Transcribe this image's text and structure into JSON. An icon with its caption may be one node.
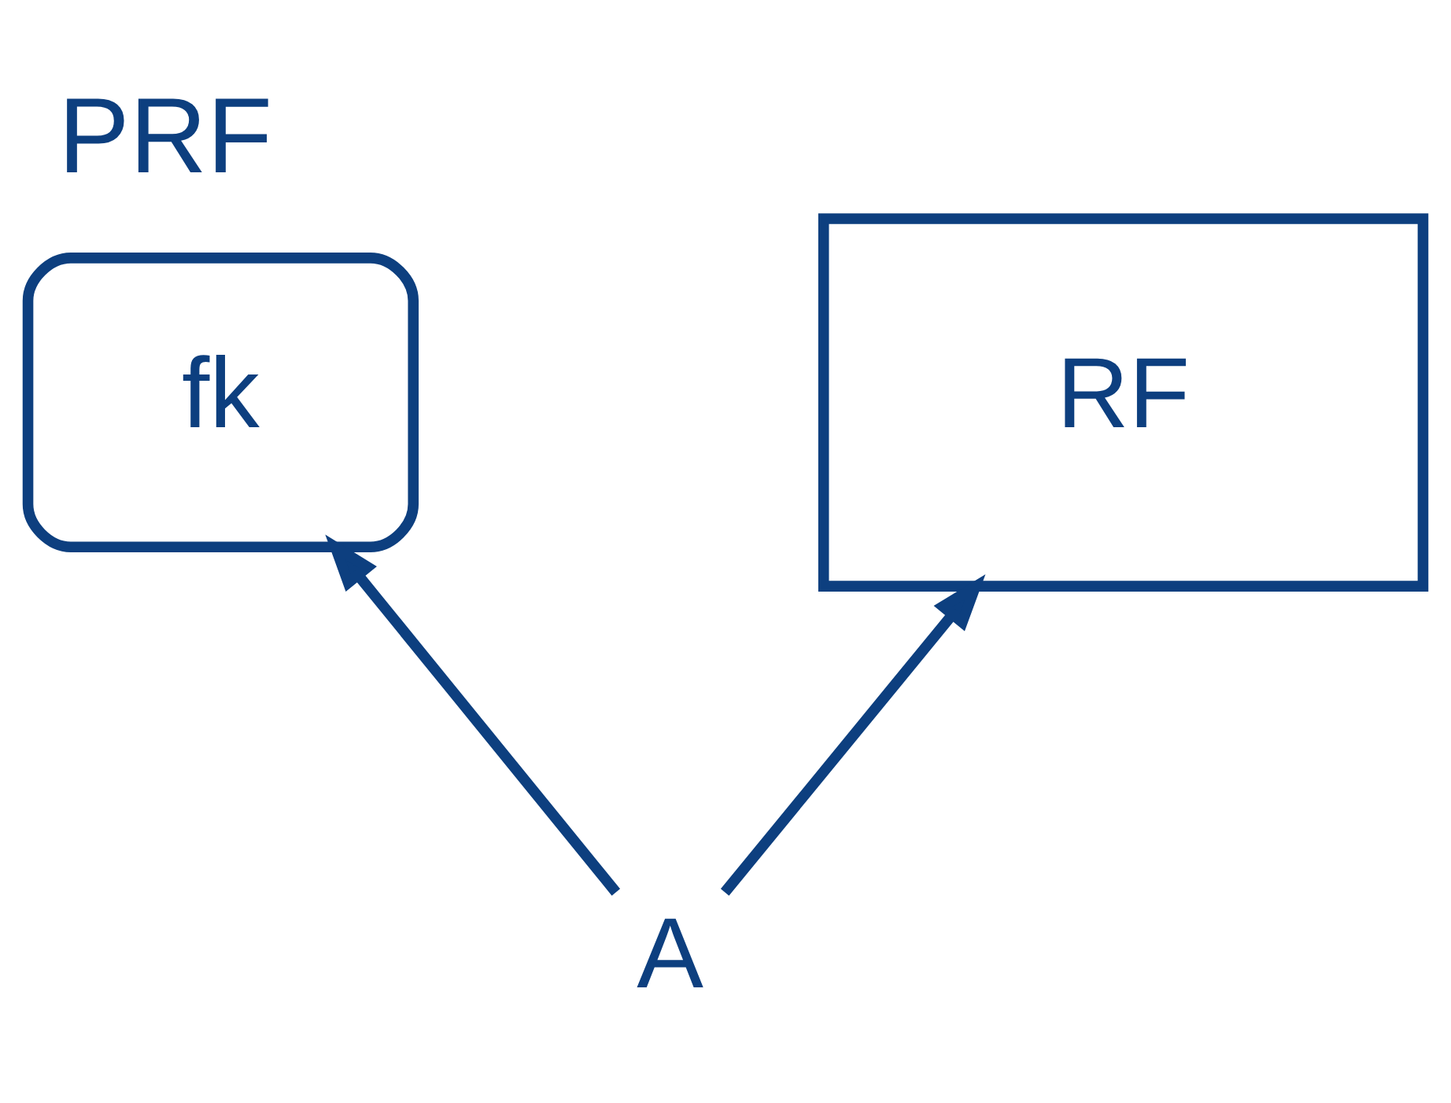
{
  "diagram": {
    "title": "PRF",
    "nodes": [
      {
        "text": [
          "fk"
        ]
      },
      {
        "text": [
          "RF"
        ]
      },
      {
        "text": [
          "A"
        ]
      }
    ],
    "edges": [
      {
        "from": 2,
        "to": 0,
        "arrow": "to"
      },
      {
        "from": 2,
        "to": 1,
        "arrow": "to"
      }
    ]
  }
}
